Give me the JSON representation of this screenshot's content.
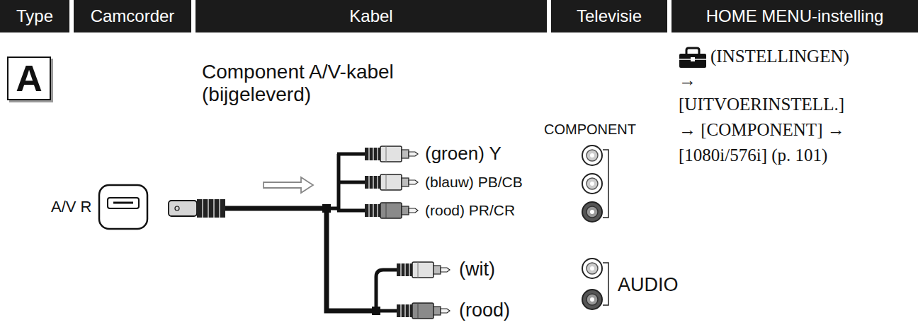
{
  "diagram": {
    "nodes": [
      {
        "text": [
          "Type"
        ]
      },
      {
        "text": [
          "Camcorder"
        ]
      },
      {
        "text": [
          "Kabel"
        ]
      },
      {
        "text": [
          "Televisie"
        ]
      },
      {
        "text": [
          "HOME MENU-instelling"
        ]
      },
      {
        "text": [
          "A"
        ]
      }
    ],
    "labels": [
      "Component A/V-kabel (bijgeleverd)",
      "A/V R",
      "COMPONENT",
      "(groen) Y",
      "(blauw) PB/CB",
      "(rood) PR/CR",
      "(wit)",
      "(rood)",
      "AUDIO",
      "(INSTELLINGEN)",
      "→",
      "[UITVOERINSTELL.]",
      "→ [COMPONENT] →",
      "[1080i/576i] (p. 101)"
    ]
  }
}
